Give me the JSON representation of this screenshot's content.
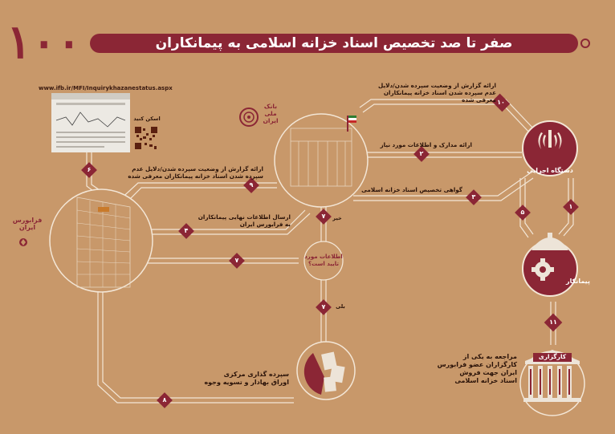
{
  "title": "صفر تا صد تخصیص اسناد خزانه اسلامی به پیمانکاران",
  "logo_number": "۱۰۰",
  "url": "www.ifb.ir/MFI/Inquirykhazanestatus.aspx",
  "scan_label": "اسکن کنید",
  "bank_name": [
    "بانک",
    "ملی",
    "ایران"
  ],
  "farabourse_name": [
    "فرابورس",
    "ایران"
  ],
  "entities": {
    "gov_agency": "دستگاه اجرایی",
    "contractor": "پیمانکار",
    "broker": "کارگزاری"
  },
  "steps": [
    {
      "num": "۱",
      "label": ""
    },
    {
      "num": "۲",
      "label": "ارائه مدارک و اطلاعات مورد نیاز"
    },
    {
      "num": "۳",
      "label": "گواهی تخصیص اسناد خزانه اسلامی"
    },
    {
      "num": "۴",
      "label": "ارسال اطلاعات نهایی پیمانکاران به فرابورس ایران"
    },
    {
      "num": "۵",
      "label": ""
    },
    {
      "num": "۶",
      "label": ""
    },
    {
      "num": "۷",
      "label": ""
    },
    {
      "num": "۸",
      "label": ""
    },
    {
      "num": "۹",
      "label": "ارائه گزارش از وضعیت سپرده شدن/دلایل عدم سپرده شدن اسناد خزانه پیمانکاران معرفی شده"
    },
    {
      "num": "۱۰",
      "label": "ارائه گزارش از وضعیت سپرده شدن/دلایل عدم سپرده شدن اسناد خزانه پیمانکاران معرفی شده"
    },
    {
      "num": "۱۱",
      "label": ""
    }
  ],
  "decision": {
    "text": [
      "اطلاعات مورد",
      "تایید است؟"
    ],
    "yes": "بلی",
    "no": "خیر"
  },
  "depository": [
    "سپرده گذاری مرکزی",
    "اوراق بهادار و تسویه وجوه"
  ],
  "broker_desc": [
    "مراجعه به یکی از",
    "کارگزاران عضو فرابورس",
    "ایران جهت فروش",
    "اسناد خزانه اسلامی"
  ],
  "colors": {
    "background": "#c8986a",
    "accent": "#8b2635",
    "line": "#f3e6d6"
  }
}
